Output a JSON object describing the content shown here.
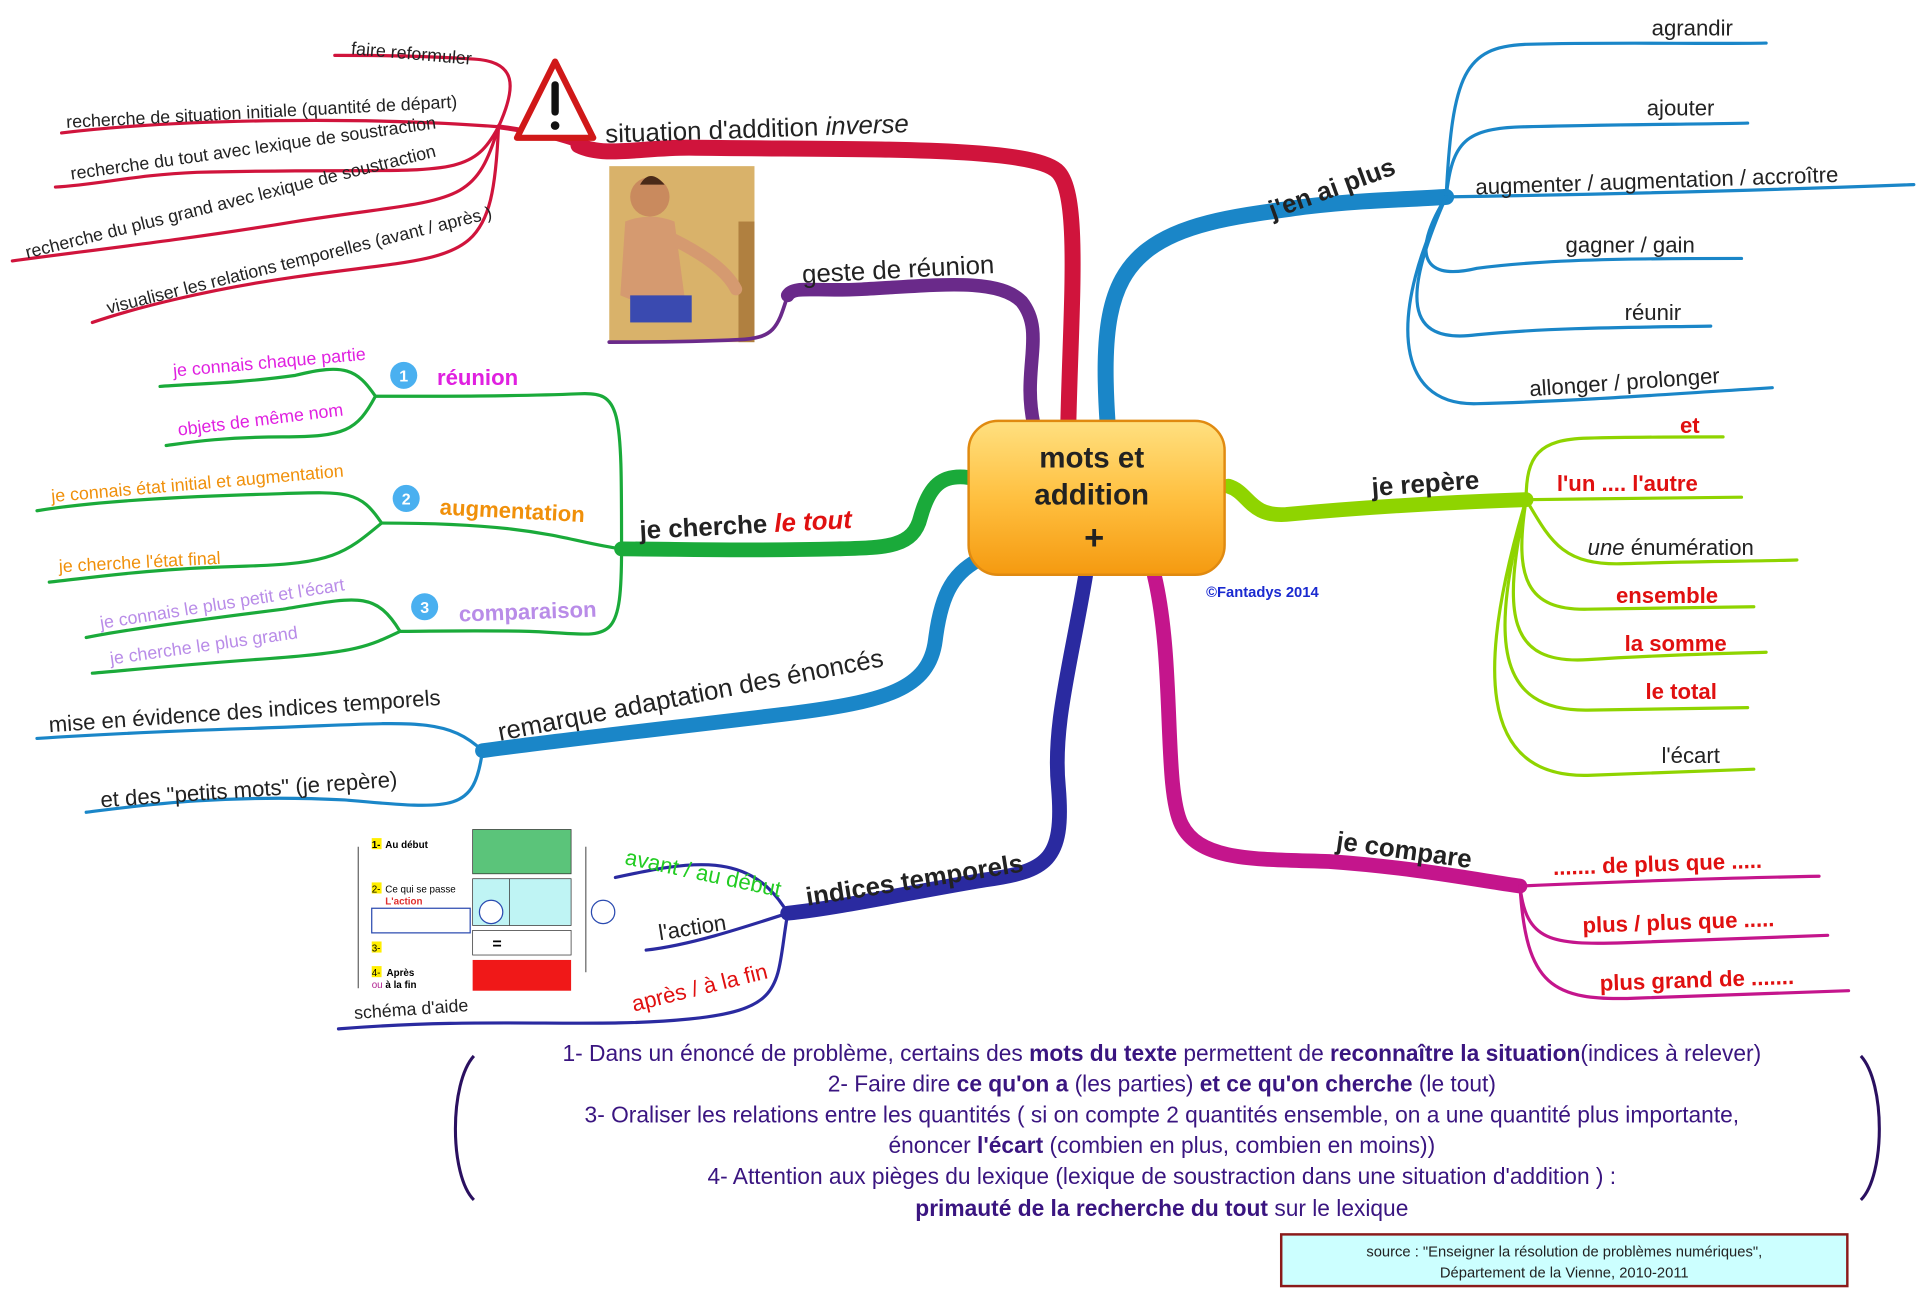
{
  "center": {
    "line1": "mots et",
    "line2": "addition",
    "line3": "+",
    "copyright": "©Fantadys 2014"
  },
  "colors": {
    "red": "#d0143c",
    "purple": "#6a2a8a",
    "blue": "#1a86c8",
    "lime": "#8fd400",
    "magenta": "#c4158c",
    "navy": "#2a2aa0",
    "green": "#1aaa3a",
    "note": "#3a1580"
  },
  "inverse": {
    "label_a": "situation d'addition ",
    "label_b": "inverse",
    "icon": "warning-triangle-icon",
    "items": [
      "faire reformuler",
      "recherche de situation initiale (quantité de départ)",
      "recherche du tout avec lexique de soustraction",
      "recherche du plus grand avec lexique de soustraction",
      "visualiser les relations temporelles (avant / après )"
    ]
  },
  "geste": {
    "label": "geste de réunion"
  },
  "plus": {
    "label": "j'en ai plus",
    "items": [
      "agrandir",
      "ajouter",
      "augmenter / augmentation / accroître",
      "gagner / gain",
      "réunir",
      "allonger / prolonger"
    ]
  },
  "repere": {
    "label": "je repère",
    "items": [
      "et",
      "l'un .... l'autre",
      "une",
      " énumération",
      "ensemble",
      "la somme",
      "le total",
      "l'écart"
    ]
  },
  "compare": {
    "label": "je compare",
    "items": [
      "....... de plus que .....",
      "plus / plus que .....",
      "plus grand de ......."
    ]
  },
  "indices": {
    "label": "indices temporels",
    "items": [
      "avant / au début",
      "l'action",
      "après / à la fin",
      "schéma d'aide"
    ],
    "schema": {
      "step1": "1-",
      "step1_text": "Au  début",
      "step2": "2-",
      "step2_text": "Ce qui se passe",
      "step2_sub": "L'action",
      "step3": "3-",
      "step4": "4-",
      "step4_text": "Après",
      "step4_sub_a": "ou",
      "step4_sub_b": " à  la  fin",
      "equals": "="
    }
  },
  "remarque": {
    "label": "remarque adaptation des énoncés",
    "items": [
      "mise en évidence des indices temporels",
      "et des \"petits mots\" (je repère)"
    ]
  },
  "tout": {
    "label_a": "je cherche ",
    "label_b": "le tout",
    "groups": [
      {
        "num": "1",
        "label": "réunion",
        "color": "#e020e0",
        "items": [
          "je connais chaque partie",
          "objets de même nom"
        ]
      },
      {
        "num": "2",
        "label": "augmentation",
        "color": "#f0900a",
        "items": [
          "je connais état initial et augmentation",
          "je cherche l'état final"
        ]
      },
      {
        "num": "3",
        "label": "comparaison",
        "color": "#b98ce8",
        "items": [
          "je connais le plus petit et l'écart",
          "je cherche le plus grand"
        ]
      }
    ]
  },
  "notes": {
    "l1": [
      "1- Dans un énoncé de problème, certains des ",
      "mots du texte",
      " permettent de ",
      "reconnaître la situation",
      "(indices à relever)"
    ],
    "l2": [
      "2- Faire dire ",
      "ce qu'on a",
      " (les parties) ",
      "et ce qu'on cherche",
      " (le tout)"
    ],
    "l3": [
      "3- Oraliser les relations entre les quantités ( si on compte 2 quantités ensemble, on a une quantité plus importante,"
    ],
    "l4": [
      "énoncer ",
      "l'écart",
      " (combien en plus, combien en moins))"
    ],
    "l5": [
      "4- Attention aux pièges du lexique (lexique de soustraction dans une situation d'addition ) :"
    ],
    "l6": [
      "primauté de la recherche du tout",
      " sur le lexique"
    ]
  },
  "source": {
    "line1": "source : \"Enseigner la résolution de problèmes numériques\",",
    "line2": "Département de la Vienne, 2010-2011"
  }
}
